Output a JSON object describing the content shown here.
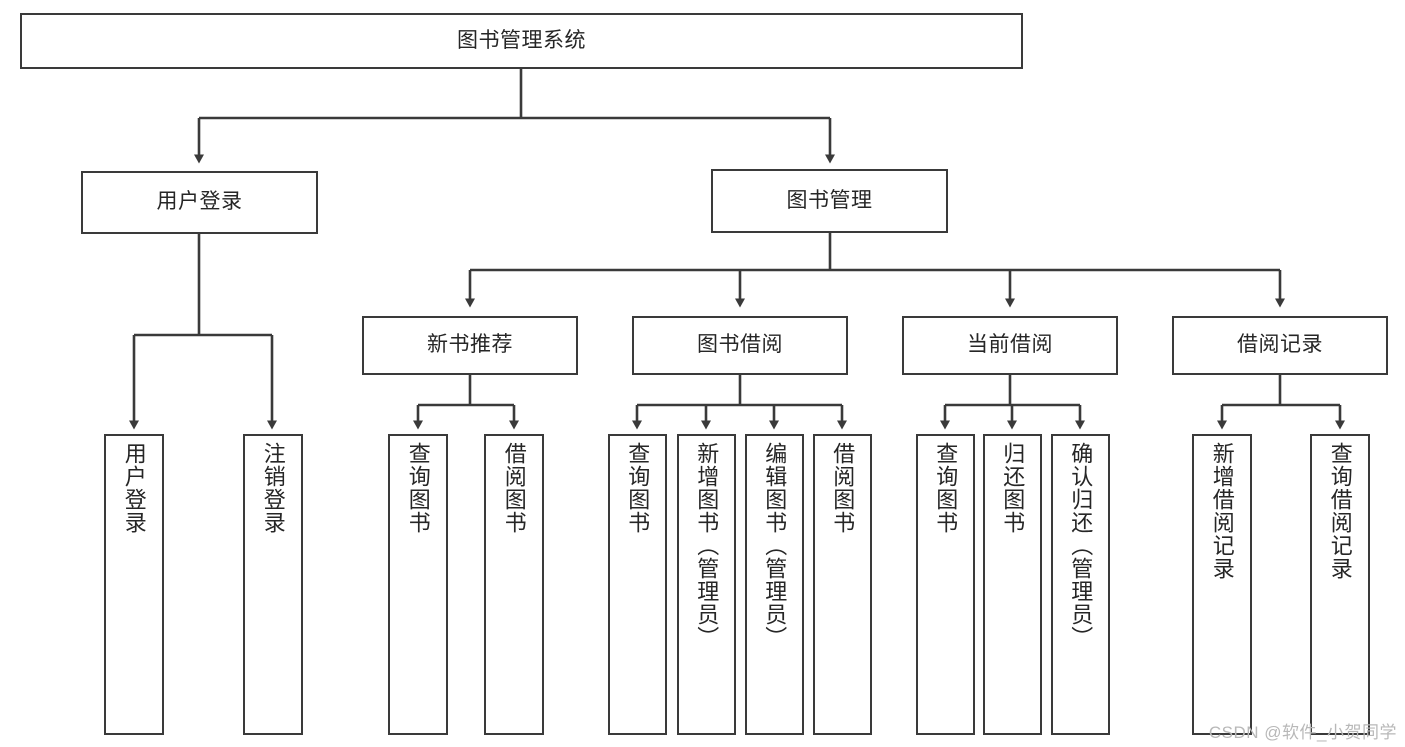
{
  "diagram": {
    "title": "图书管理系统",
    "type": "tree-hierarchy",
    "orientation": "top-down",
    "colors": {
      "box_border": "#3a3a3a",
      "box_fill": "#ffffff",
      "edge": "#3a3a3a",
      "text": "#262626",
      "watermark": "#b8b8b8",
      "background": "#ffffff"
    }
  },
  "watermark": {
    "text": "CSDN @软件_小贺同学"
  },
  "nodes": {
    "root": {
      "label": "图书管理系统",
      "level": 0
    },
    "level1": [
      {
        "id": "user-login",
        "label": "用户登录"
      },
      {
        "id": "book-manage",
        "label": "图书管理"
      }
    ],
    "level2": [
      {
        "id": "new-book-recommend",
        "label": "新书推荐",
        "parent": "book-manage"
      },
      {
        "id": "book-borrow",
        "label": "图书借阅",
        "parent": "book-manage"
      },
      {
        "id": "current-borrow",
        "label": "当前借阅",
        "parent": "book-manage"
      },
      {
        "id": "borrow-record",
        "label": "借阅记录",
        "parent": "book-manage"
      }
    ],
    "leaves": [
      {
        "id": "leaf-user-login",
        "label": "用户登录",
        "parent": "user-login"
      },
      {
        "id": "leaf-logout-login",
        "label": "注销登录",
        "parent": "user-login"
      },
      {
        "id": "leaf-query-book-1",
        "label": "查询图书",
        "parent": "new-book-recommend"
      },
      {
        "id": "leaf-borrow-book-1",
        "label": "借阅图书",
        "parent": "new-book-recommend"
      },
      {
        "id": "leaf-query-book-2",
        "label": "查询图书",
        "parent": "book-borrow"
      },
      {
        "id": "leaf-add-book",
        "label": "新增图书（管理员）",
        "parent": "book-borrow"
      },
      {
        "id": "leaf-edit-book",
        "label": "编辑图书（管理员）",
        "parent": "book-borrow"
      },
      {
        "id": "leaf-borrow-book-2",
        "label": "借阅图书",
        "parent": "book-borrow"
      },
      {
        "id": "leaf-query-book-3",
        "label": "查询图书",
        "parent": "current-borrow"
      },
      {
        "id": "leaf-return-book",
        "label": "归还图书",
        "parent": "current-borrow"
      },
      {
        "id": "leaf-confirm-return",
        "label": "确认归还（管理员）",
        "parent": "current-borrow"
      },
      {
        "id": "leaf-add-record",
        "label": "新增借阅记录",
        "parent": "borrow-record"
      },
      {
        "id": "leaf-query-record",
        "label": "查询借阅记录",
        "parent": "borrow-record"
      }
    ]
  }
}
